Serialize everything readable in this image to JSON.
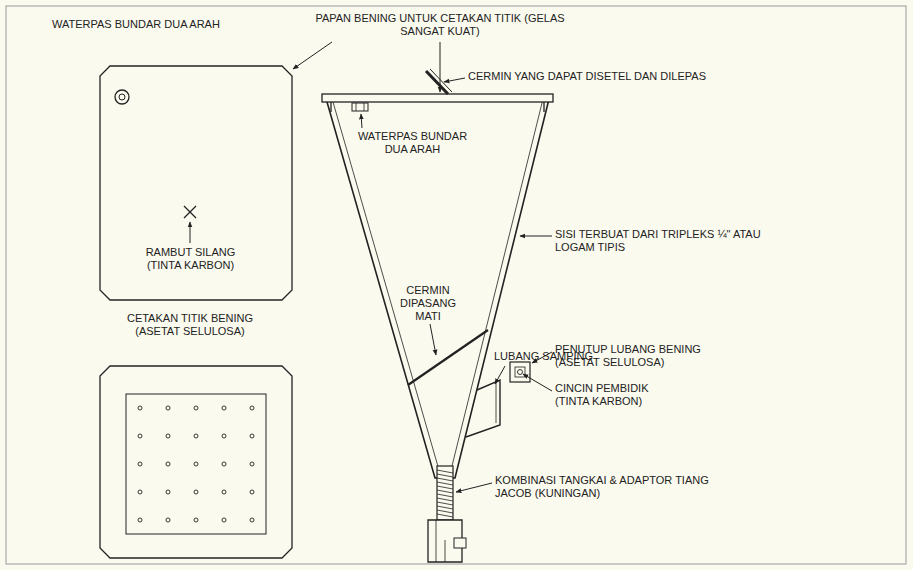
{
  "diagram": {
    "labels": [
      "PAPAN BENING UNTUK CETAKAN TITIK (GELAS SANGAT KUAT)",
      "WATERPAS BUNDAR DUA ARAH",
      "CERMIN YANG DAPAT DISETEL DAN DILEPAS",
      "WATERPAS BUNDAR DUA ARAH",
      "RAMBUT SILANG (TINTA KARBON)",
      "SISI TERBUAT DARI TRIPLEKS ¼\" ATAU LOGAM TIPIS",
      "CETAKAN TITIK BENING (ASETAT SELULOSA)",
      "CERMIN DIPASANG MATI",
      "LUBANG SAMPING",
      "PENUTUP LUBANG BENING (ASETAT SELULOSA)",
      "CINCIN PEMBIDIK (TINTA KARBON)",
      "KOMBINASI TANGKAI & ADAPTOR TIANG JACOB (KUNINGAN)"
    ]
  }
}
